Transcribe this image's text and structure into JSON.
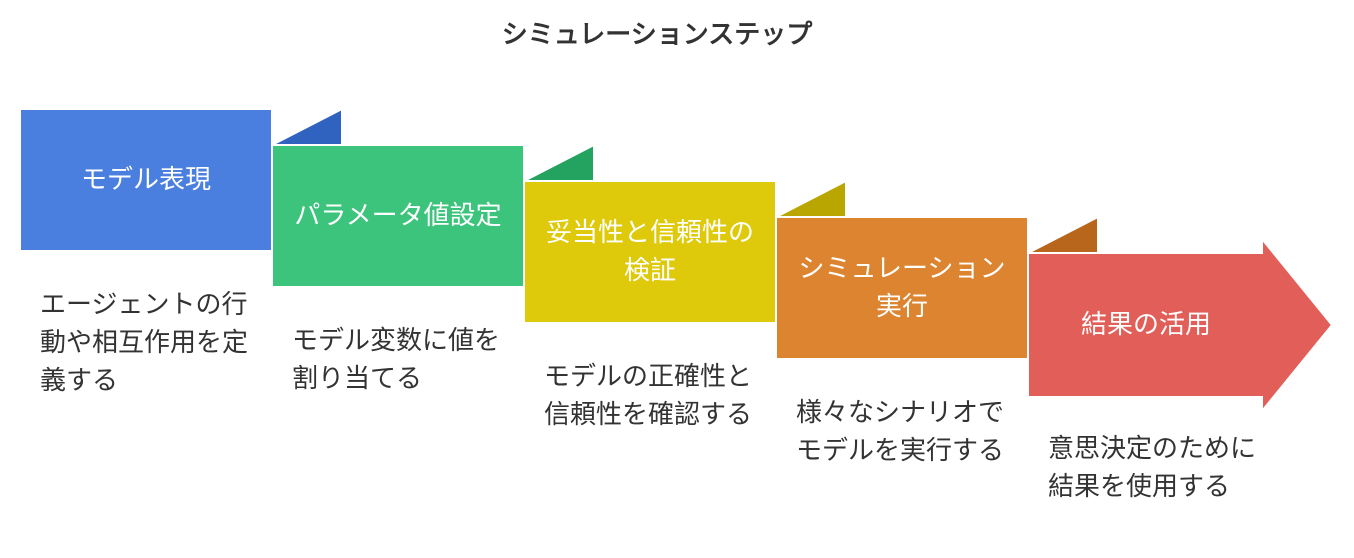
{
  "title": "シミュレーションステップ",
  "steps": [
    {
      "label": "モデル表現",
      "description": "エージェントの行動や相互作用を定義する",
      "color": "#4a7fe0"
    },
    {
      "label": "パラメータ値設定",
      "description": "モデル変数に値を割り当てる",
      "color": "#3cc47c"
    },
    {
      "label": "妥当性と信頼性の検証",
      "description": "モデルの正確性と信頼性を確認する",
      "color": "#dfc90b"
    },
    {
      "label": "シミュレーション実行",
      "description": "様々なシナリオでモデルを実行する",
      "color": "#dc8430"
    },
    {
      "label": "結果の活用",
      "description": "意思決定のために結果を使用する",
      "color": "#e25f59"
    }
  ]
}
